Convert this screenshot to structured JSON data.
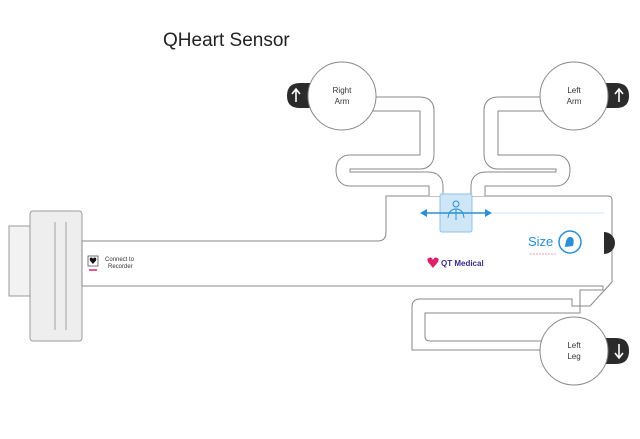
{
  "title": "QHeart Sensor",
  "electrodes": {
    "right_arm": [
      "Right",
      "Arm"
    ],
    "left_arm": [
      "Left",
      "Arm"
    ],
    "left_leg": [
      "Left",
      "Leg"
    ]
  },
  "connector": [
    "Connect to",
    "Recorder"
  ],
  "brand": "QT Medical",
  "size_label": "Size",
  "colors": {
    "accent_blue": "#2a8fd6",
    "brand_purple": "#3c2a8c",
    "heart_pink": "#e0206a",
    "center_box": "#cfe6f6"
  },
  "icons": [
    "heart-icon",
    "arrow-up-icon",
    "arrow-down-icon",
    "torso-icon",
    "size-hand-icon"
  ]
}
